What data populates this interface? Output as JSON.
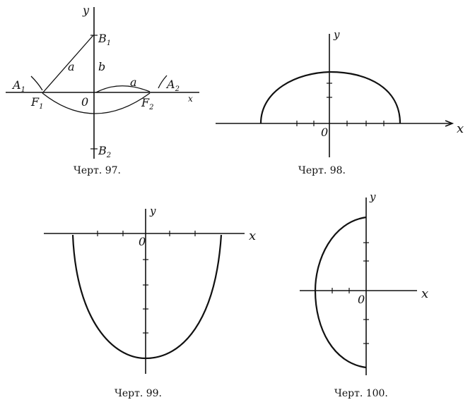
{
  "fig97": {
    "caption": "Черт. 97.",
    "x_label": "x",
    "y_label": "y",
    "origin": "0",
    "a_left": "A",
    "a_left_sub": "1",
    "a_right": "A",
    "a_right_sub": "2",
    "b_top": "B",
    "b_top_sub": "1",
    "b_bottom": "B",
    "b_bottom_sub": "2",
    "f_left": "F",
    "f_left_sub": "1",
    "f_right": "F",
    "f_right_sub": "2",
    "seg_a": "a",
    "seg_b": "b",
    "arc_a": "a"
  },
  "fig98": {
    "caption": "Черт. 98.",
    "x_label": "x",
    "y_label": "y",
    "origin": "0"
  },
  "fig99": {
    "caption": "Черт. 99.",
    "x_label": "x",
    "y_label": "y",
    "origin": "0"
  },
  "fig100": {
    "caption": "Черт. 100.",
    "x_label": "x",
    "y_label": "y",
    "origin": "0"
  }
}
